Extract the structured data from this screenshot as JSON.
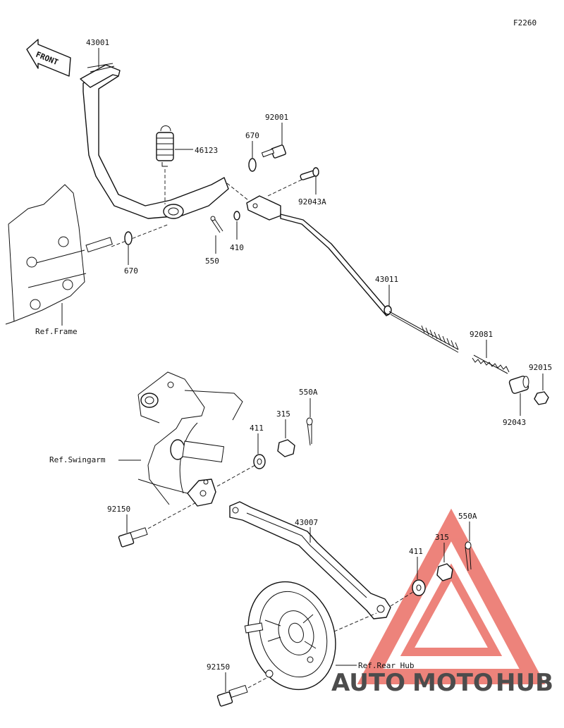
{
  "figure_code": "F2260",
  "front_label": "FRONT",
  "watermark": {
    "word1": "AUTO",
    "word2": "MOTO",
    "word3": "HUB",
    "color_red": "#e85a4f",
    "color_orange": "#f3a23a",
    "color_dark": "#3b3b3b"
  },
  "parts": {
    "p43001": "43001",
    "p46123": "46123",
    "p670a": "670",
    "p670b": "670",
    "p92001": "92001",
    "p92043A": "92043A",
    "p550": "550",
    "p410": "410",
    "p43011": "43011",
    "p92081": "92081",
    "p92015": "92015",
    "p92043": "92043",
    "p550A_top": "550A",
    "p315_top": "315",
    "p411_top": "411",
    "p92150_top": "92150",
    "p43007": "43007",
    "p550A_bot": "550A",
    "p315_bot": "315",
    "p411_bot": "411",
    "p92150_bot": "92150"
  },
  "refs": {
    "frame": "Ref.Frame",
    "swingarm": "Ref.Swingarm",
    "rear_hub": "Ref.Rear Hub"
  }
}
